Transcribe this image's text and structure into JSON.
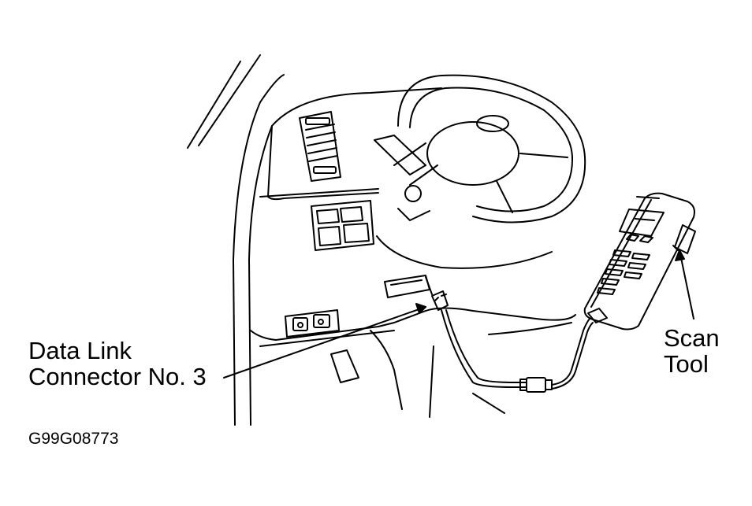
{
  "labels": {
    "connector_line1": "Data Link",
    "connector_line2": "Connector No. 3",
    "tool_line1": "Scan",
    "tool_line2": "Tool",
    "figure_code": "G99G08773"
  }
}
